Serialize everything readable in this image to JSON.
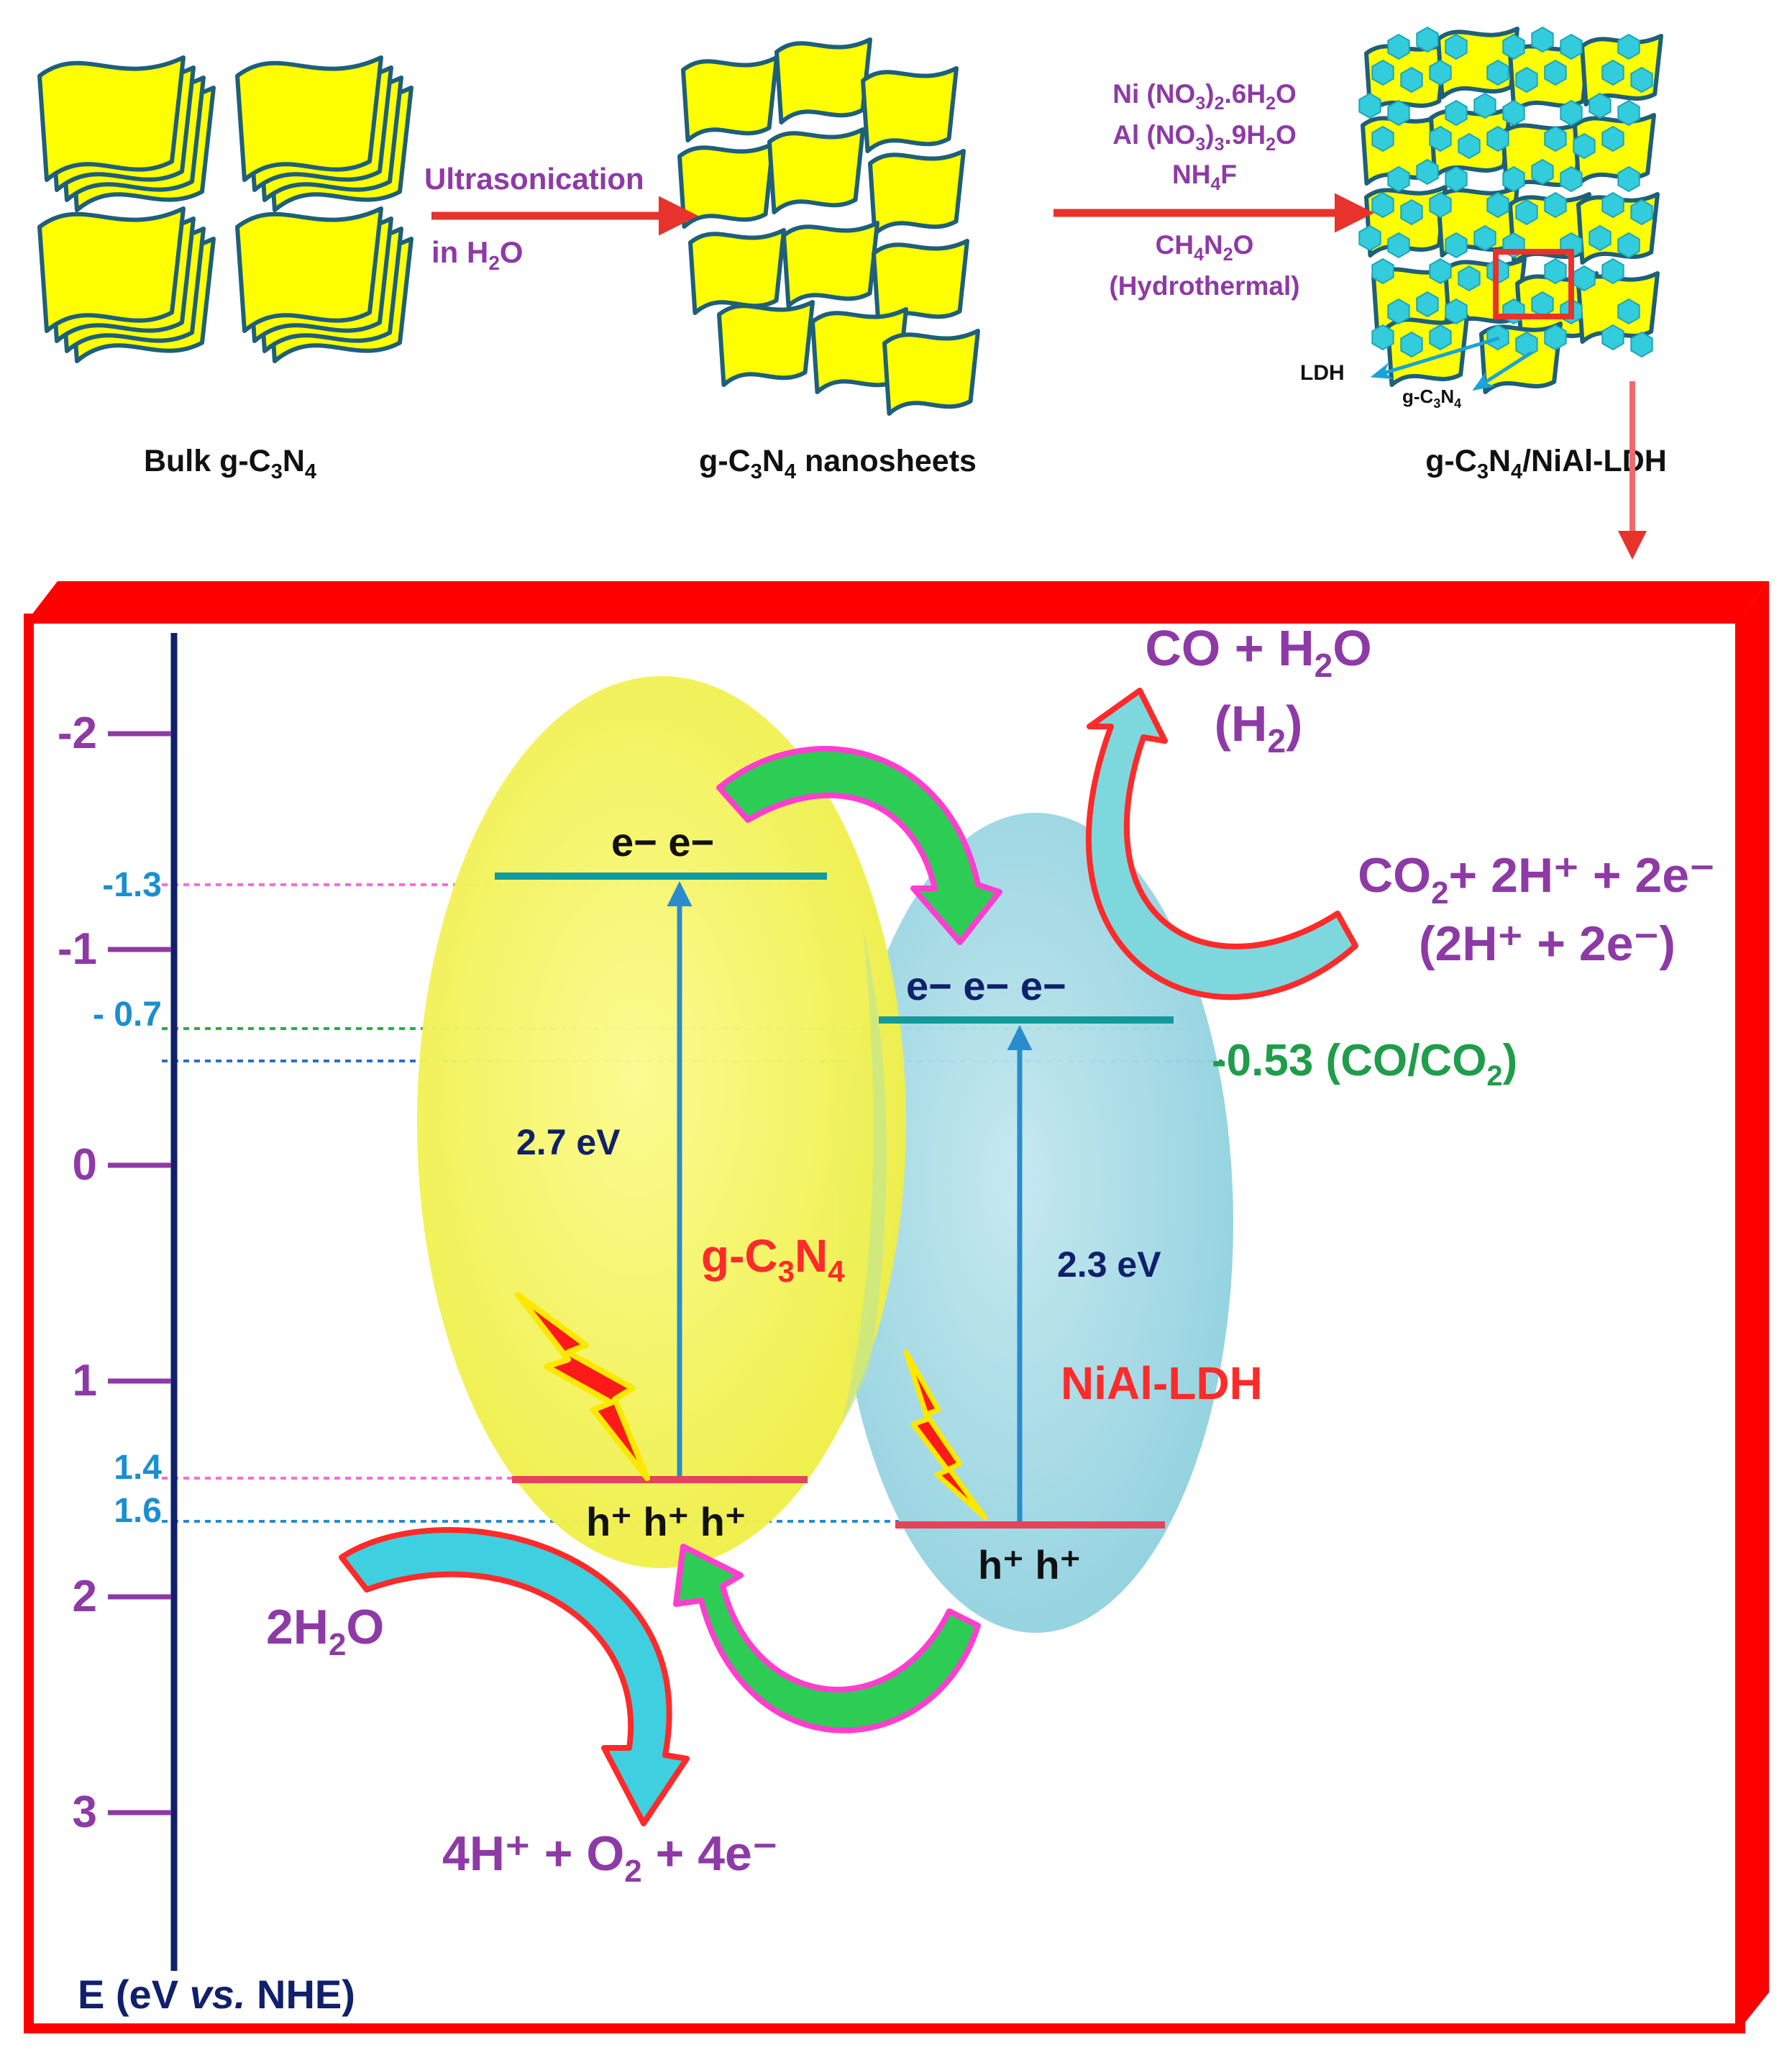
{
  "colors": {
    "sheet_fill": "#ffff00",
    "sheet_stroke": "#1e5f7a",
    "ldh_fill": "#33ccdd",
    "purple": "#8e3aa6",
    "red_arrow": "#e8322c",
    "frame_red": "#ff0000",
    "axis_navy": "#10206a",
    "blue_label": "#1a8fd0",
    "green_label": "#1f9d4a",
    "cb_teal": "#139a9a",
    "vb_pink": "#e3445a",
    "yellow_ellipse": "#f3f25a",
    "blue_ellipse": "#a8dbe6"
  },
  "synthesis": {
    "bulk_label": {
      "main": "Bulk g-C",
      "sub1": "3",
      "mid": "N",
      "sub2": "4"
    },
    "nanosheets_label": {
      "main": "g-C",
      "sub1": "3",
      "mid": "N",
      "sub2": "4",
      "tail": " nanosheets"
    },
    "composite_label": {
      "main": "g-C",
      "sub1": "3",
      "mid": "N",
      "sub2": "4",
      "tail": "/NiAl-LDH"
    },
    "step1_top": "Ultrasonication",
    "step1_bottom": {
      "main": "in H",
      "sub": "2",
      "tail": "O"
    },
    "reagent1": {
      "a": "Ni (NO",
      "s1": "3",
      "b": ")",
      "s2": "2",
      "c": ".6H",
      "s3": "2",
      "d": "O"
    },
    "reagent2": {
      "a": "Al (NO",
      "s1": "3",
      "b": ")",
      "s2": "3",
      "c": ".9H",
      "s3": "2",
      "d": "O"
    },
    "reagent3": {
      "a": "NH",
      "s1": "4",
      "b": "F"
    },
    "reagent4": {
      "a": "CH",
      "s1": "4",
      "b": "N",
      "s2": "2",
      "c": "O"
    },
    "reagent5": "(Hydrothermal)",
    "ldh_pointer": "LDH",
    "gcn_pointer": {
      "a": "g-C",
      "s1": "3",
      "b": "N",
      "s2": "4"
    }
  },
  "energy_diagram": {
    "axis_label": {
      "a": "E (eV ",
      "i": "vs.",
      "b": " NHE)"
    },
    "ticks": [
      {
        "value": -2,
        "label": "-2"
      },
      {
        "value": -1,
        "label": "-1"
      },
      {
        "value": 0,
        "label": "0"
      },
      {
        "value": 1,
        "label": "1"
      },
      {
        "value": 2,
        "label": "2"
      },
      {
        "value": 3,
        "label": "3"
      }
    ],
    "levels": [
      {
        "value": -1.3,
        "label": "-1.3"
      },
      {
        "value": -0.7,
        "label": "- 0.7"
      },
      {
        "value": 1.4,
        "label": "1.4"
      },
      {
        "value": 1.6,
        "label": "1.6"
      }
    ],
    "gcn": {
      "name": {
        "a": "g-C",
        "s1": "3",
        "b": "N",
        "s2": "4"
      },
      "gap": "2.7 eV",
      "electrons": "e− e−",
      "holes": "h⁺ h⁺ h⁺"
    },
    "ldh": {
      "name": "NiAl-LDH",
      "gap": "2.3 eV",
      "electrons": "e− e− e−",
      "holes": "h⁺ h⁺"
    },
    "redox_co": "-0.53 (CO/CO",
    "redox_co_sub": "2",
    "redox_co_tail": ")",
    "product_top": {
      "a": "CO + H",
      "s": "2",
      "b": "O"
    },
    "product_h2": {
      "a": "(H",
      "s": "2",
      "b": ")"
    },
    "reactant_co2": {
      "a": "CO",
      "s": "2",
      "b": "+ 2H⁺ + 2e⁻"
    },
    "reactant_h": "(2H⁺ + 2e⁻)",
    "water": {
      "a": "2H",
      "s": "2",
      "b": "O"
    },
    "oxygen": {
      "a": "4H⁺ + O",
      "s": "2",
      "b": " + 4e⁻"
    }
  }
}
